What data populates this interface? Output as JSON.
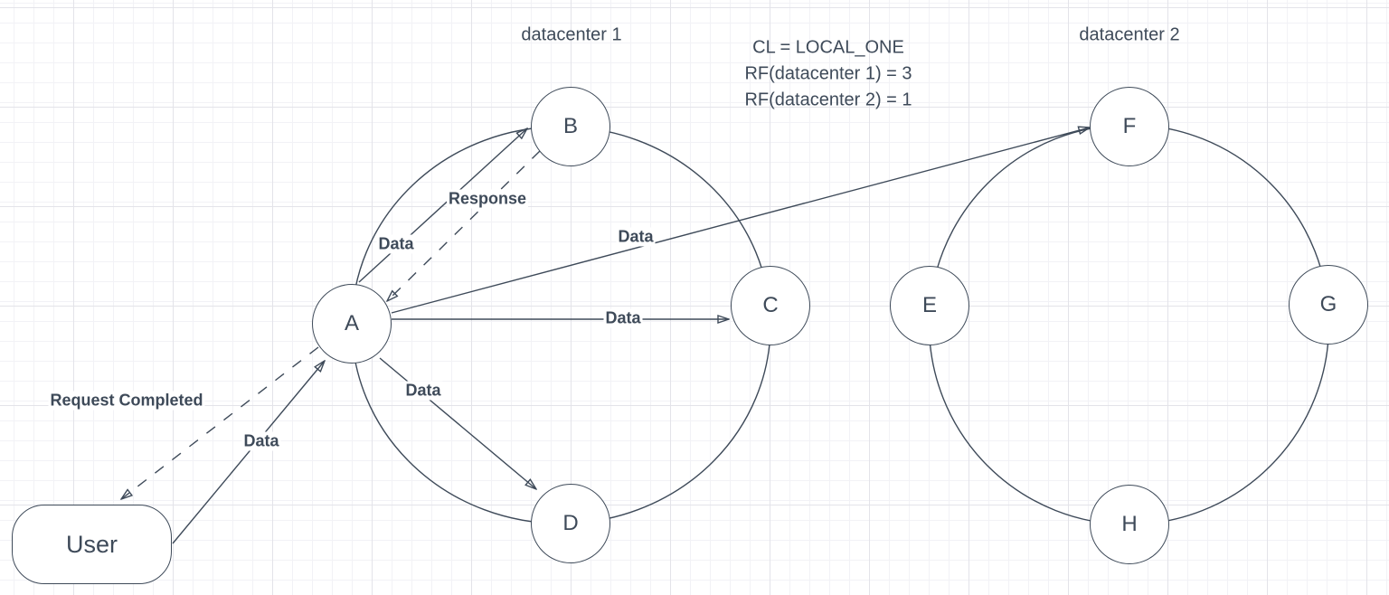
{
  "diagram": {
    "datacenter1_label": "datacenter 1",
    "datacenter2_label": "datacenter 2",
    "annotation": {
      "line1": "CL = LOCAL_ONE",
      "line2": "RF(datacenter 1) = 3",
      "line3": "RF(datacenter 2) = 1"
    },
    "user_label": "User",
    "nodes": {
      "a": {
        "label": "A"
      },
      "b": {
        "label": "B"
      },
      "c": {
        "label": "C"
      },
      "d": {
        "label": "D"
      },
      "e": {
        "label": "E"
      },
      "f": {
        "label": "F"
      },
      "g": {
        "label": "G"
      },
      "h": {
        "label": "H"
      }
    },
    "edges": {
      "user_to_a": {
        "label": "Data",
        "style": "solid"
      },
      "a_to_user": {
        "label": "Request Completed",
        "style": "dashed"
      },
      "a_to_b": {
        "label": "Data",
        "style": "solid"
      },
      "b_to_a": {
        "label": "Response",
        "style": "dashed"
      },
      "a_to_c": {
        "label": "Data",
        "style": "solid"
      },
      "a_to_d": {
        "label": "Data",
        "style": "solid"
      },
      "a_to_f": {
        "label": "Data",
        "style": "solid"
      }
    },
    "colors": {
      "stroke": "#3e4a59",
      "node_fill": "#ffffff",
      "grid_minor": "#f2f2f6",
      "grid_major": "#e3e3e9"
    }
  }
}
